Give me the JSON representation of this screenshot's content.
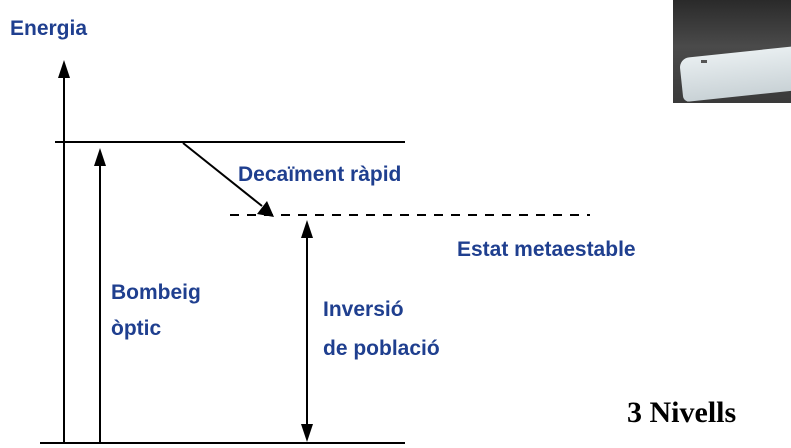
{
  "axis_label": "Energia",
  "labels": {
    "decay": "Decaïment ràpid",
    "metastable": "Estat metaestable",
    "pumping_line1": "Bombeig",
    "pumping_line2": "òptic",
    "inversion_line1": "Inversió",
    "inversion_line2": "de població"
  },
  "title": "3 Nivells",
  "colors": {
    "label_text": "#1f3f8f",
    "lines": "#000000"
  },
  "thumbnail": "video-still-image"
}
